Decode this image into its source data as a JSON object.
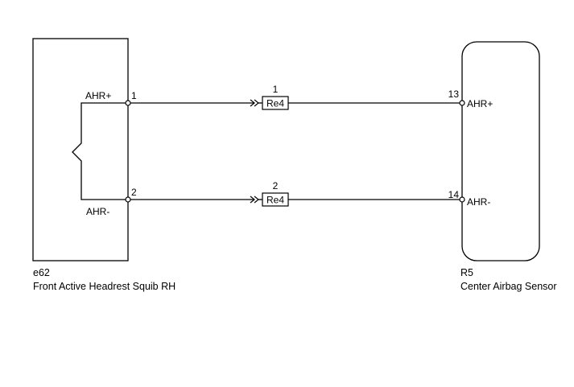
{
  "left_component": {
    "code": "e62",
    "name": "Front Active Headrest Squib RH",
    "pins": [
      {
        "number": "1",
        "signal": "AHR+"
      },
      {
        "number": "2",
        "signal": "AHR-"
      }
    ]
  },
  "right_component": {
    "code": "R5",
    "name": "Center Airbag Sensor",
    "pins": [
      {
        "number": "13",
        "signal": "AHR+"
      },
      {
        "number": "14",
        "signal": "AHR-"
      }
    ]
  },
  "connectors": [
    {
      "pin": "1",
      "label": "Re4"
    },
    {
      "pin": "2",
      "label": "Re4"
    }
  ],
  "colors": {
    "line": "#000000",
    "background": "#ffffff"
  }
}
